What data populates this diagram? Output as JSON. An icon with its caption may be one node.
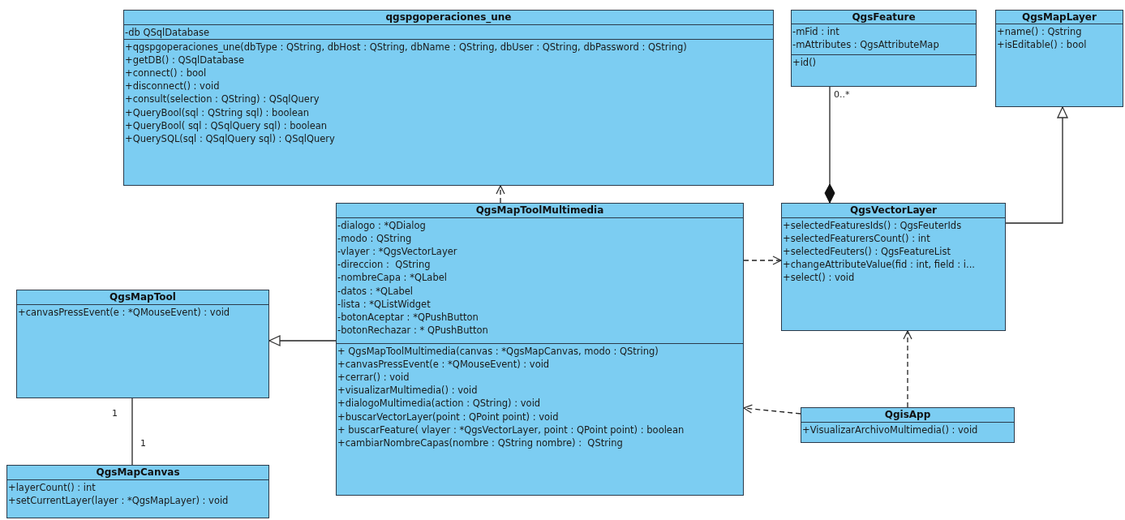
{
  "diagram": {
    "nodes": [
      {
        "text": [
          "qgspgoperaciones_une"
        ]
      },
      {
        "text": [
          "-db QSqlDatabase"
        ],
        "in": 0
      },
      {
        "text": [
          "+qgspgoperaciones_une(dbType : QString, dbHost : QString, dbName : QString, dbUser : QString, dbPassword : QString)",
          "+getDB() : QSqlDatabase",
          "+connect() : bool",
          "+disconnect() : void",
          "+consult(selection : QString) : QSqlQuery",
          "+QueryBool(sql : QString sql) : boolean",
          "+QueryBool( sql : QSqlQuery sql) : boolean",
          "+QuerySQL(sql : QSqlQuery sql) : QSqlQuery"
        ],
        "in": 0
      },
      {
        "text": [
          "QgsFeature"
        ]
      },
      {
        "text": [
          "-mFid : int",
          "-mAttributes : QgsAttributeMap"
        ],
        "in": 3
      },
      {
        "text": [
          "+id()"
        ],
        "in": 3
      },
      {
        "text": [
          "QgsMapLayer"
        ]
      },
      {
        "text": [
          "+name() : Qstring",
          "+isEditable() : bool"
        ],
        "in": 6
      },
      {
        "text": [
          "QgsMapToolMultimedia"
        ]
      },
      {
        "text": [
          "-dialogo : *QDialog",
          "-modo : QString",
          "-vlayer : *QgsVectorLayer",
          "-direccion :  QString",
          "-nombreCapa : *QLabel",
          "-datos : *QLabel",
          "-lista : *QListWidget",
          "-botonAceptar : *QPushButton",
          "-botonRechazar : * QPushButton"
        ],
        "in": 8
      },
      {
        "text": [
          "+ QgsMapToolMultimedia(canvas : *QgsMapCanvas, modo : QString)",
          "+canvasPressEvent(e : *QMouseEvent) : void",
          "+cerrar() : void",
          "+visualizarMultimedia() : void",
          "+dialogoMultimedia(action : QString) : void",
          "+buscarVectorLayer(point : QPoint point) : void",
          "+ buscarFeature( vlayer : *QgsVectorLayer, point : QPoint point) : boolean",
          "+cambiarNombreCapas(nombre : QString nombre) :  QString"
        ],
        "in": 8
      },
      {
        "text": [
          "QgsVectorLayer"
        ]
      },
      {
        "text": [
          "+selectedFeaturesIds() : QgsFeuterIds",
          "+selectedFeaturersCount() : int",
          "+selectedFeuters() : QgsFeatureList",
          "+changeAttributeValue(fid : int, field : i...",
          "+select() : void"
        ],
        "in": 11
      },
      {
        "text": [
          "QgsMapTool"
        ]
      },
      {
        "text": [
          "+canvasPressEvent(e : *QMouseEvent) : void"
        ],
        "in": 13
      },
      {
        "text": [
          "QgisApp"
        ]
      },
      {
        "text": [
          "+VisualizarArchivoMultimedia() : void"
        ],
        "in": 15
      },
      {
        "text": [
          "QgsMapCanvas"
        ]
      },
      {
        "text": [
          "+layerCount() : int",
          "+setCurrentLayer(layer : *QgsMapLayer) : void"
        ],
        "in": 17
      }
    ],
    "edges": [
      {
        "from": 8,
        "to": 0,
        "arrow": "to",
        "style": "dashed"
      },
      {
        "from": 3,
        "to": 11,
        "arrow": "other"
      },
      {
        "from": 11,
        "to": 6,
        "arrow": "to"
      },
      {
        "from": 8,
        "to": 11,
        "arrow": "to",
        "style": "dashed"
      },
      {
        "from": 8,
        "to": 13,
        "arrow": "to"
      },
      {
        "from": 13,
        "to": 17,
        "arrow": "none"
      },
      {
        "from": 15,
        "to": 11,
        "arrow": "to",
        "style": "dashed"
      },
      {
        "from": 15,
        "to": 8,
        "arrow": "to",
        "style": "dashed"
      }
    ],
    "labels": [
      "0..*",
      "1",
      "1"
    ]
  }
}
